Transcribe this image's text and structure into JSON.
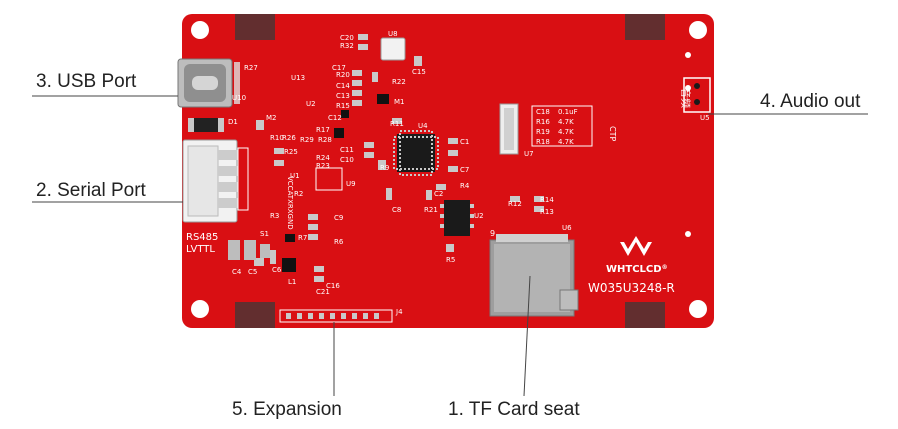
{
  "callouts": {
    "usb_port": "3. USB Port",
    "serial_port": "2. Serial Port",
    "audio_out": "4. Audio out",
    "expansion": "5. Expansion",
    "tf_card_seat": "1. TF Card seat"
  },
  "board": {
    "brand": "WHTCLCD",
    "brand_mark": "®",
    "model": "W035U3248-R",
    "audio_chinese": "音频",
    "rs485": "RS485",
    "lvttl": "LVTTL",
    "vcc_label": "VCCATXRXGND",
    "ctp": "CTP",
    "designators": {
      "c20": "C20",
      "r32": "R32",
      "u8": "U8",
      "c15": "C15",
      "u13": "U13",
      "r20": "R20",
      "c17": "C17",
      "r22": "R22",
      "c14": "C14",
      "c13": "C13",
      "r15": "R15",
      "m1": "M1",
      "u2": "U2",
      "c12": "C12",
      "r11": "R11",
      "r17": "R17",
      "r29": "R29",
      "r28": "R28",
      "c11": "C11",
      "c10": "C10",
      "r9": "R9",
      "u4": "U4",
      "r24": "R24",
      "r23": "R23",
      "u9": "U9",
      "r26": "R26",
      "r25": "R25",
      "u10": "U10",
      "r27": "R27",
      "d1": "D1",
      "m2": "M2",
      "r10": "R10",
      "c1": "C1",
      "c7": "C7",
      "r4": "R4",
      "c2": "C2",
      "r21": "R21",
      "u2b": "U2",
      "c8": "C8",
      "r12": "R12",
      "r14": "R14",
      "r13": "R13",
      "u6": "U6",
      "r5": "R5",
      "nine": "9",
      "u5": "U5",
      "u7": "U7",
      "c9": "C9",
      "r6": "R6",
      "r3": "R3",
      "r7": "R7",
      "c6": "C6",
      "c4": "C4",
      "c5": "C5",
      "l1": "L1",
      "c16": "C16",
      "c21": "C21",
      "j4": "J4",
      "u1": "U1",
      "r2": "R2",
      "s1": "S1",
      "c18": "C18",
      "r16": "R16",
      "r19": "R19",
      "r18": "R18",
      "v01uf": "0.1uF",
      "v47k_a": "4.7K",
      "v47k_b": "4.7K",
      "v47k_c": "4.7K"
    }
  },
  "colors": {
    "pcb": "#d90f13",
    "pcb_dark": "#b00c10",
    "metal": "#9a9a9a",
    "pad": "#c9c9c9",
    "silk": "#ffffff",
    "line": "#444444"
  }
}
